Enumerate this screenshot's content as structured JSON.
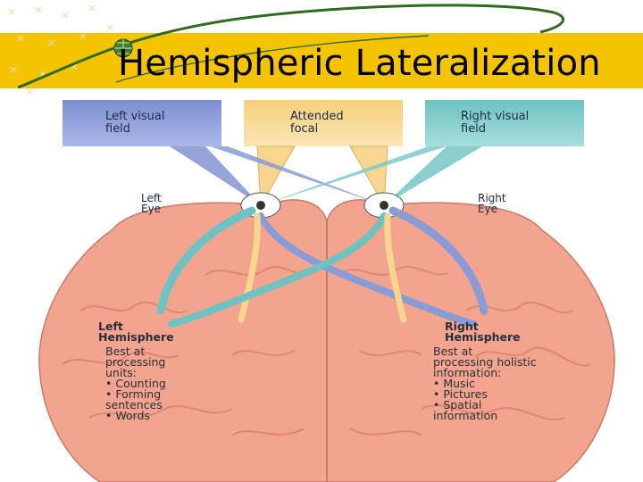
{
  "slide": {
    "title": "Hemispheric Lateralization"
  },
  "diagram": {
    "fields": {
      "left": [
        "Left visual",
        "field"
      ],
      "center": [
        "Attended",
        "focal"
      ],
      "right": [
        "Right visual",
        "field"
      ]
    },
    "eyes": {
      "left": [
        "Left",
        "Eye"
      ],
      "right": [
        "Right",
        "Eye"
      ]
    },
    "left_hemisphere": {
      "heading": [
        "Left",
        "Hemisphere"
      ],
      "intro": [
        "Best at",
        "processing",
        "units:"
      ],
      "items": [
        "• Counting",
        "• Forming",
        "   sentences",
        "• Words"
      ]
    },
    "right_hemisphere": {
      "heading": [
        "Right",
        "Hemisphere"
      ],
      "intro": [
        "Best at",
        "processing holistic",
        "information:"
      ],
      "items": [
        "• Music",
        "• Pictures",
        "• Spatial",
        "   information"
      ]
    },
    "colors": {
      "left_field": "#8a9bd6",
      "center_field": "#f7d690",
      "right_field": "#7ec9c9",
      "brain": "#f2a48e",
      "title_band": "#f5c400"
    }
  }
}
